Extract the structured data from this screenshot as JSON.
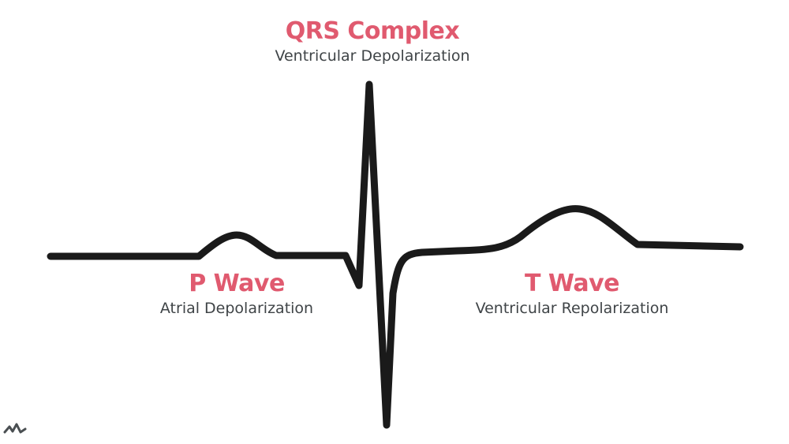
{
  "colors": {
    "accent": "#e05a6f",
    "trace": "#1a1a1a",
    "subtitle": "#3f4447",
    "logo": "#4a4f52"
  },
  "labels": {
    "qrs": {
      "title": "QRS Complex",
      "subtitle": "Ventricular Depolarization"
    },
    "p": {
      "title": "P Wave",
      "subtitle": "Atrial Depolarization"
    },
    "t": {
      "title": "T Wave",
      "subtitle": "Ventricular Repolarization"
    }
  },
  "logo": {
    "icon": "heartbeat-logo-icon"
  }
}
